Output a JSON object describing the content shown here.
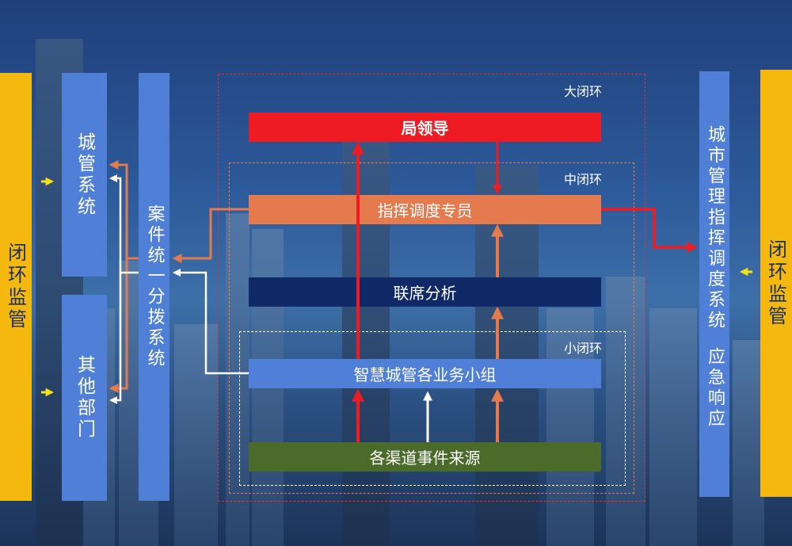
{
  "left_outer": {
    "label": "闭环监管"
  },
  "left_top": {
    "label": "城管系统"
  },
  "left_bottom": {
    "label": "其他部门"
  },
  "left_mid": {
    "label": "案件统一分拨系统"
  },
  "right_inner": {
    "label_part1": "城市管理指挥调度系统",
    "label_part2": "应急响应"
  },
  "right_outer": {
    "label": "闭环监管"
  },
  "loops": {
    "big": "大闭环",
    "mid": "中闭环",
    "small": "小闭环"
  },
  "bars": {
    "leader": "局领导",
    "dispatcher": "指挥调度专员",
    "analysis": "联席分析",
    "groups": "智慧城管各业务小组",
    "sources": "各渠道事件来源"
  },
  "colors": {
    "red": "#ee1c22",
    "orange": "#e57a4f",
    "navy": "#0f2a66",
    "blue": "#4f7fd6",
    "green": "#4a6b2a",
    "yellow": "#f5b80f"
  }
}
